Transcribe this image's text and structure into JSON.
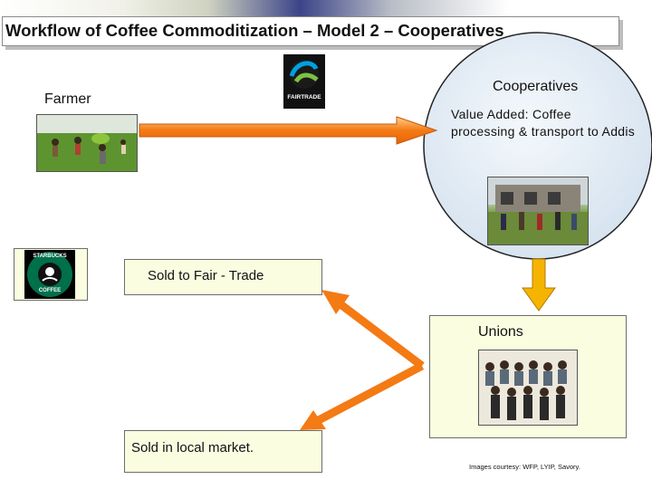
{
  "title": "Workflow of Coffee Commoditization – Model 2 – Cooperatives",
  "farmer": {
    "label": "Farmer",
    "photo": "farmers-harvesting-photo"
  },
  "fairtrade_logo": {
    "text": "FAIRTRADE"
  },
  "cooperatives": {
    "label": "Cooperatives",
    "value_added": "Value Added: Coffee processing & transport to Addis",
    "photo": "cooperative-building-photo"
  },
  "starbucks_logo": {
    "top_text": "STARBUCKS",
    "bottom_text": "COFFEE"
  },
  "fair_trade_box": {
    "label": "Sold to Fair - Trade"
  },
  "unions": {
    "label": "Unions",
    "photo": "union-members-group-photo"
  },
  "local_market_box": {
    "label": "Sold in local market."
  },
  "credits": "Images courtesy: WFP, LYIP, Savory.",
  "colors": {
    "arrow_fill": "#f47a14",
    "arrow_fill_light": "#ffd08a",
    "down_arrow_fill": "#f4b400",
    "circle_fill": "#dfe9f4",
    "box_fill": "#fbfde0",
    "title_bar_accent": "#3c4488"
  }
}
